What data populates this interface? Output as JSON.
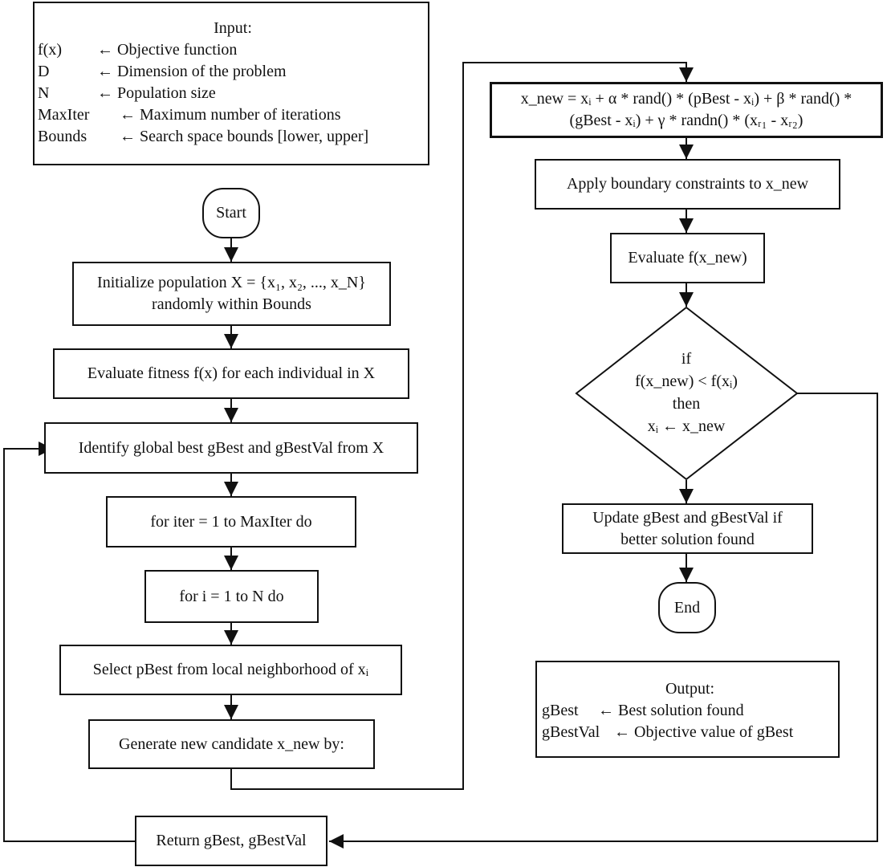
{
  "input_box": {
    "title": "Input:",
    "rows": [
      {
        "key": "f(x)",
        "desc": "← Objective function"
      },
      {
        "key": "D",
        "desc": "← Dimension of the problem"
      },
      {
        "key": "N",
        "desc": "← Population size"
      },
      {
        "key": "MaxIter",
        "desc": "← Maximum number of iterations"
      },
      {
        "key": "Bounds",
        "desc": "← Search space bounds [lower, upper]"
      }
    ]
  },
  "output_box": {
    "title": "Output:",
    "rows": [
      {
        "key": "gBest",
        "desc": "← Best solution found"
      },
      {
        "key": "gBestVal",
        "desc": "← Objective value of gBest"
      }
    ]
  },
  "nodes": {
    "start": "Start",
    "init_line1": "Initialize population X = {x₁, x₂, ..., x_N}",
    "init_line2": "randomly within Bounds",
    "evaluate": "Evaluate fitness f(x) for each individual in X",
    "identify": "Identify global best gBest and gBestVal from X",
    "for_iter": "for iter = 1 to MaxIter do",
    "for_i": "for i = 1 to N do",
    "select_pre": "Select pBest from local neighborhood of x",
    "select_sub": "i",
    "generate": "Generate new candidate x_new by:",
    "return": "Return gBest, gBestVal",
    "update_line1": "x_new = xᵢ + α * rand() * (pBest - xᵢ) + β * rand() *",
    "update_line2": "(gBest - xᵢ) + γ * randn() * (xᵣ₁ - xᵣ₂)",
    "apply": "Apply boundary constraints to x_new",
    "eval_new": "Evaluate f(x_new)",
    "cond_if": "if",
    "cond_expr": "f(x_new) < f(xᵢ)",
    "cond_then": "then",
    "cond_assign": "xᵢ ← x_new",
    "update_best_line1": "Update gBest and gBestVal if",
    "update_best_line2": "better solution found",
    "end": "End"
  }
}
